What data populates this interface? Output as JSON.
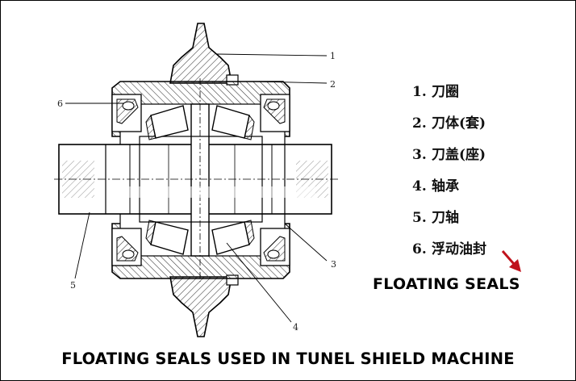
{
  "legend": [
    {
      "num": "1.",
      "label": "刀圈"
    },
    {
      "num": "2.",
      "label": "刀体(套)"
    },
    {
      "num": "3.",
      "label": "刀盖(座)"
    },
    {
      "num": "4.",
      "label": "轴承"
    },
    {
      "num": "5.",
      "label": "刀轴"
    },
    {
      "num": "6.",
      "label": "浮动油封"
    }
  ],
  "callouts": [
    "1",
    "2",
    "3",
    "4",
    "5",
    "6"
  ],
  "tag": "FLOATING SEALS",
  "caption": "FLOATING SEALS USED IN TUNEL SHIELD MACHINE",
  "colors": {
    "arrow": "#c0121c",
    "ink": "#000000",
    "hatch": "#333333"
  }
}
